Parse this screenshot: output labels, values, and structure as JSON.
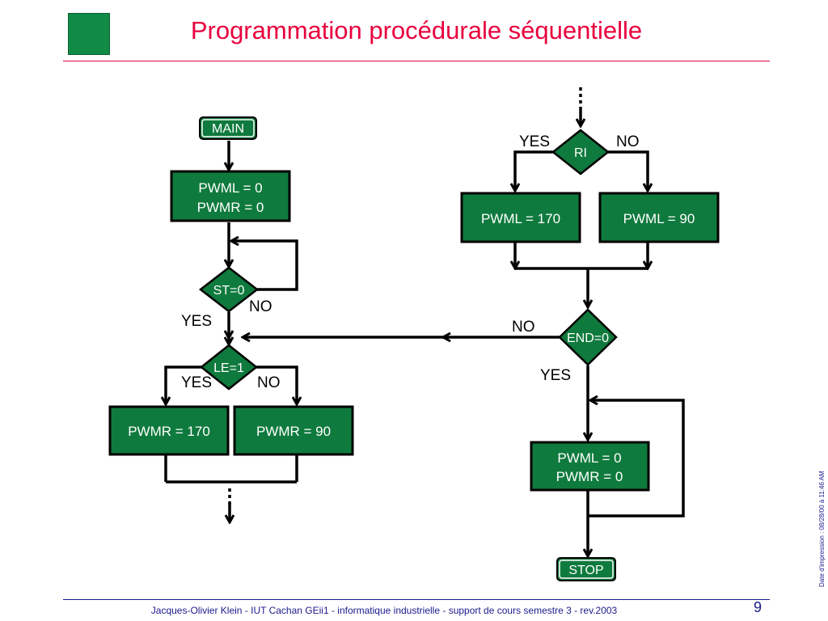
{
  "header": {
    "title": "Programmation procédurale séquentielle"
  },
  "footer": {
    "text": "Jacques-Olivier Klein - IUT Cachan GEii1 - informatique industrielle - support de cours semestre 3 - rev.2003",
    "page_number": "9",
    "print_date": "Date d'impression : 08/28/00 à 11:46 AM"
  },
  "colors": {
    "box_fill": "#0f7a3d",
    "title": "#e8003d",
    "footer": "#1a1a8c"
  },
  "flowchart": {
    "main": "MAIN",
    "init_left_1": "PWML = 0",
    "init_left_2": "PWMR = 0",
    "st_test": "ST=0",
    "st_no": "NO",
    "st_yes": "YES",
    "le_test": "LE=1",
    "le_yes": "YES",
    "le_no": "NO",
    "pwmr_170": "PWMR = 170",
    "pwmr_90": "PWMR = 90",
    "ri_test": "RI",
    "ri_yes": "YES",
    "ri_no": "NO",
    "pwml_170": "PWML = 170",
    "pwml_90": "PWML = 90",
    "end_test": "END=0",
    "end_no": "NO",
    "end_yes": "YES",
    "init_right_1": "PWML = 0",
    "init_right_2": "PWMR = 0",
    "stop": "STOP"
  }
}
